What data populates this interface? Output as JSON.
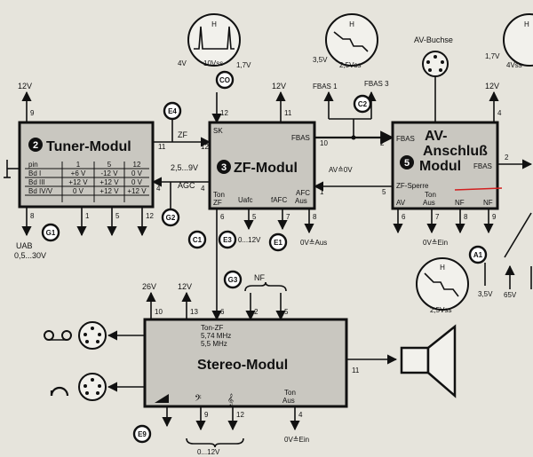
{
  "modules": {
    "tuner": {
      "number": "2",
      "title": "Tuner-Modul"
    },
    "zf": {
      "number": "3",
      "title": "ZF-Modul"
    },
    "av": {
      "number": "5",
      "title_line1": "AV-",
      "title_line2": "Anschluß",
      "title_line3": "Modul"
    },
    "stereo": {
      "title": "Stereo-Modul"
    }
  },
  "tuner_table": {
    "header": [
      "pin",
      "1",
      "5",
      "12"
    ],
    "rows": [
      [
        "Bd I",
        "+6 V",
        "-12 V",
        "0 V"
      ],
      [
        "Bd III",
        "+12 V",
        "+12 V",
        "0 V"
      ],
      [
        "Bd IV/V",
        "0 V",
        "+12 V",
        "+12 V"
      ]
    ]
  },
  "labels": {
    "v12": "12V",
    "v26": "26V",
    "zf": "ZF",
    "agc": "AGC",
    "agc_range": "2,5...9V",
    "sk": "SK",
    "fbas": "FBAS",
    "fbas1": "FBAS 1",
    "fbas3": "FBAS 3",
    "ton": "Ton",
    "zf_short": "ZF",
    "uafc": "Uafc",
    "fafc": "fAFC",
    "afc": "AFC",
    "aus": "Aus",
    "av_eq_0v": "AV≙0V",
    "zf_sperre": "ZF-Sperre",
    "av": "AV",
    "nf": "NF",
    "uab": "UAB",
    "uab_range": "0,5...30V",
    "range_0_12": "0...12V",
    "ov_aus": "0V≙Aus",
    "ov_ein": "0V≙Ein",
    "av_buchse": "AV-Buchse",
    "ton_zf": "Ton-ZF",
    "freq1": "5,74 MHz",
    "freq2": "5,5 MHz",
    "v65": "65V",
    "h": "H"
  },
  "pins": {
    "p1": "1",
    "p2": "2",
    "p4": "4",
    "p5": "5",
    "p6": "6",
    "p7": "7",
    "p8": "8",
    "p9": "9",
    "p10": "10",
    "p11": "11",
    "p12": "12",
    "p13": "13"
  },
  "testpoints": {
    "co": "CO",
    "e4": "E4",
    "g1": "G1",
    "g2": "G2",
    "c1": "C1",
    "e3": "E3",
    "e1": "E1",
    "c2": "C2",
    "g3": "G3",
    "a1": "A1",
    "e9": "E9"
  },
  "scopes": {
    "s1": {
      "left_v": "4V",
      "amp": "10Vss",
      "right_v": "1,7V"
    },
    "s2": {
      "left_v": "3,5V",
      "amp": "2,5Vss"
    },
    "s3": {
      "left_v": "1,7V",
      "amp": "4Vss"
    },
    "s4": {
      "amp": "2,5Vss",
      "right_v": "3,5V"
    }
  }
}
